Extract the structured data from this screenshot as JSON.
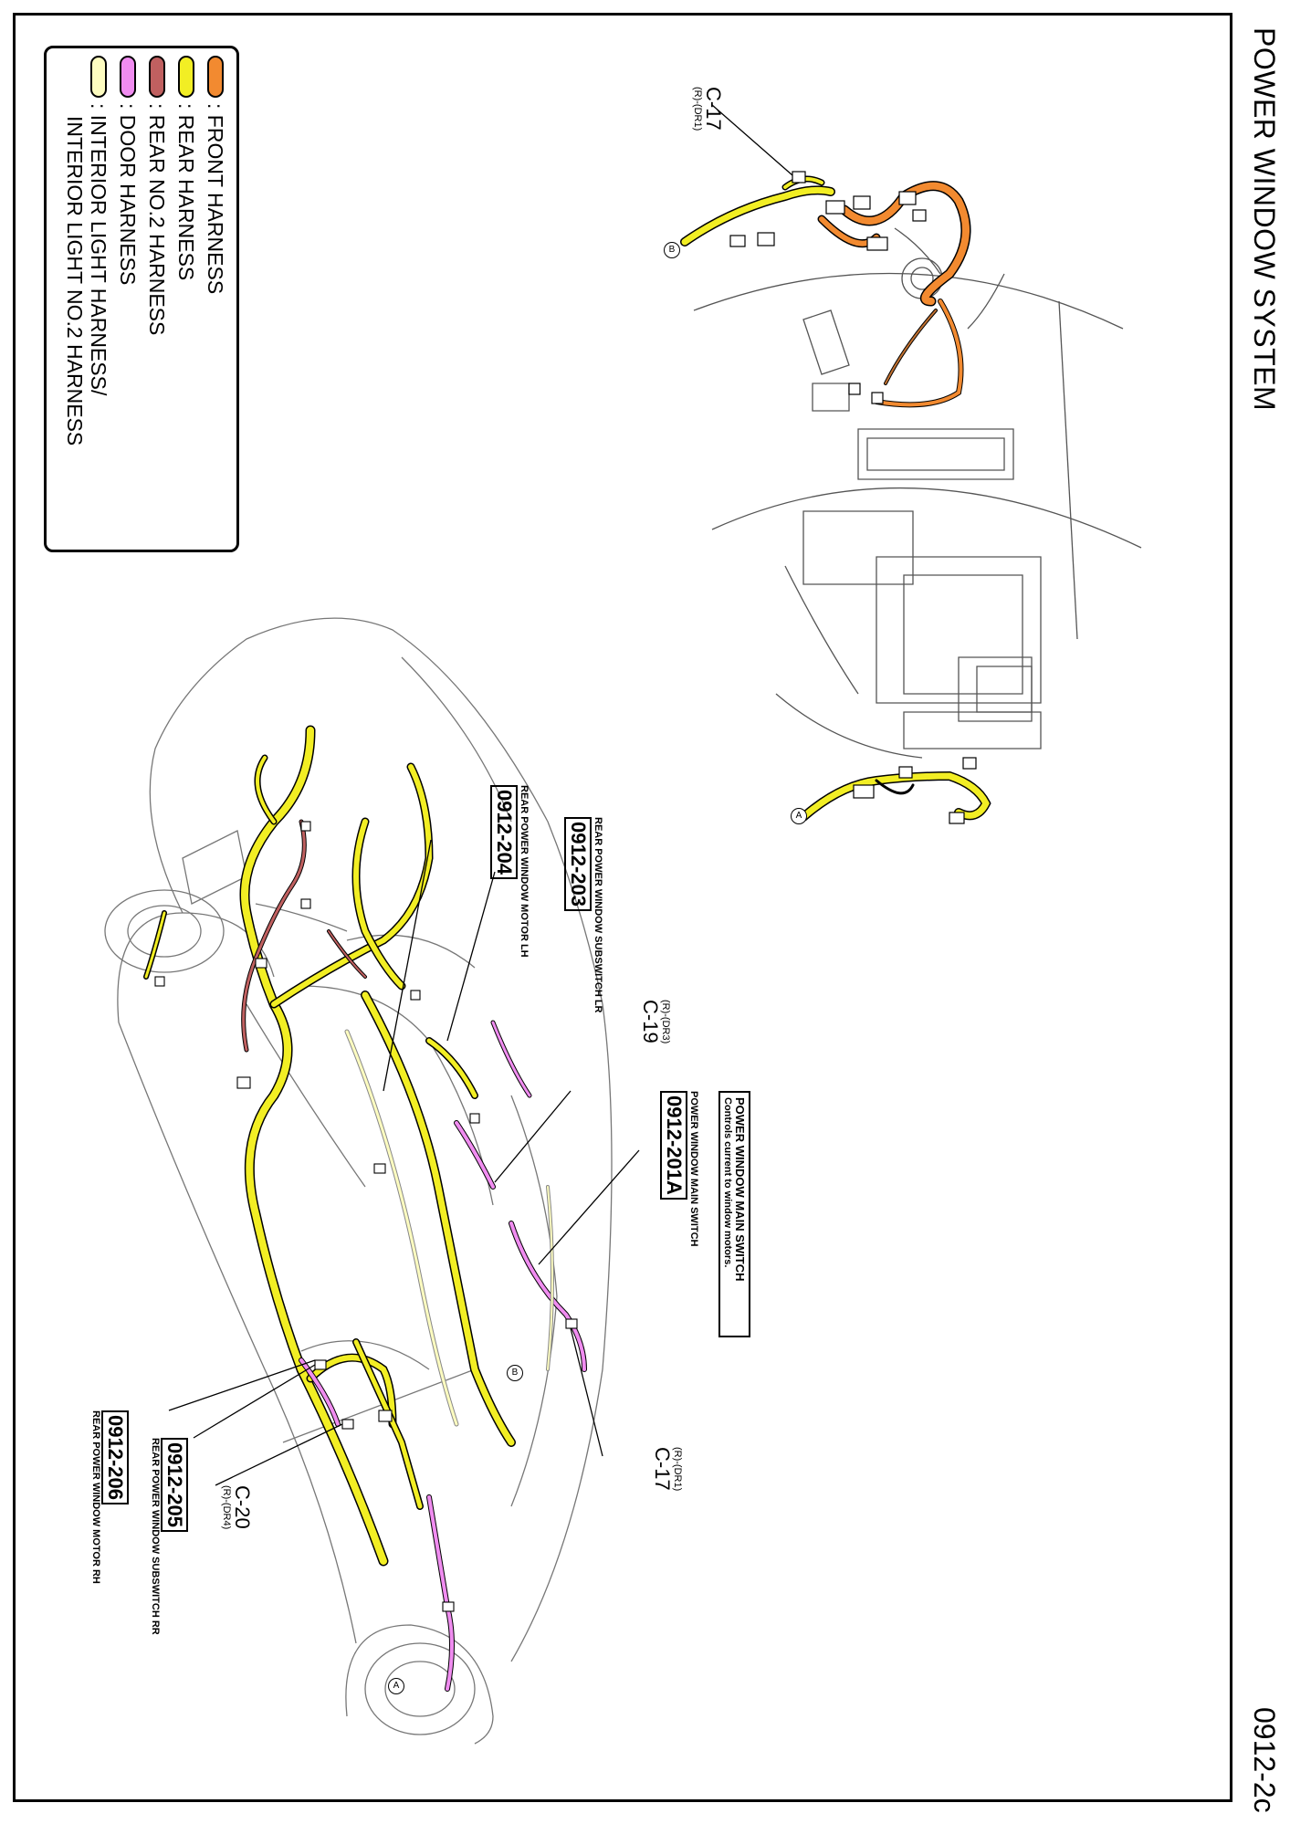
{
  "page": {
    "title": "POWER WINDOW SYSTEM",
    "page_number": "0912-2c"
  },
  "colors": {
    "front_harness": "#f28a30",
    "rear_harness": "#f2ee24",
    "rear_no2_harness": "#c06060",
    "door_harness": "#f08cf0",
    "interior_light_harness": "#fdfcc0",
    "outline": "#555555"
  },
  "legend": {
    "items": [
      {
        "label": ": FRONT HARNESS",
        "color": "#f28a30"
      },
      {
        "label": ": REAR HARNESS",
        "color": "#f2ee24"
      },
      {
        "label": ": REAR NO.2 HARNESS",
        "color": "#c06060"
      },
      {
        "label": ": DOOR HARNESS",
        "color": "#f08cf0"
      },
      {
        "label": ": INTERIOR LIGHT HARNESS/",
        "label2": "INTERIOR LIGHT NO.2 HARNESS",
        "color": "#fdfcc0"
      }
    ]
  },
  "info_box": {
    "title": "POWER WINDOW MAIN SWITCH",
    "description": "Controls current to window motors."
  },
  "references": [
    {
      "code": "0912-201A",
      "description": "POWER WINDOW MAIN SWITCH"
    },
    {
      "code": "0912-203",
      "description": "REAR POWER WINDOW SUBSWITCH LR"
    },
    {
      "code": "0912-204",
      "description": "REAR POWER WINDOW MOTOR LH"
    },
    {
      "code": "0912-205",
      "description": "REAR POWER WINDOW SUBSWITCH RR"
    },
    {
      "code": "0912-206",
      "description": "REAR POWER WINDOW MOTOR RH"
    }
  ],
  "connectors": [
    {
      "name": "C-17",
      "code": "(R)-(DR1)"
    },
    {
      "name": "C-19",
      "code": "(R)-(DR3)"
    },
    {
      "name": "C-17",
      "code": "(R)-(DR1)"
    },
    {
      "name": "C-20",
      "code": "(R)-(DR4)"
    }
  ],
  "markers": {
    "a": "A",
    "b": "B"
  }
}
